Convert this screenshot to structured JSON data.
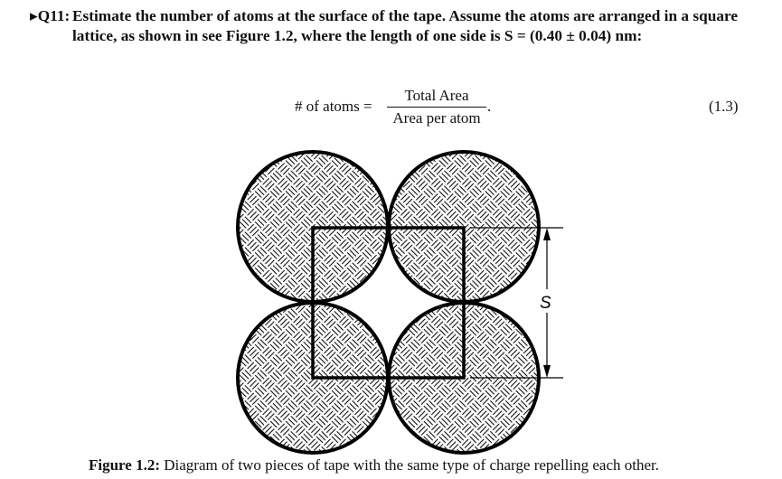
{
  "question": {
    "marker": "▸",
    "label": "Q11:",
    "text": "Estimate the number of atoms at the surface of the tape. Assume the atoms are arranged in a square lattice, as shown in see Figure 1.2, where the length of one side is S = (0.40 ± 0.04) nm:"
  },
  "equation": {
    "lhs": "# of atoms =",
    "numerator": "Total Area",
    "denominator": "Area per atom",
    "trailing": ".",
    "number": "(1.3)"
  },
  "figure": {
    "side_label": "S",
    "caption_label": "Figure 1.2:",
    "caption_text": "Diagram of two pieces of tape with the same type of charge repelling each other."
  }
}
